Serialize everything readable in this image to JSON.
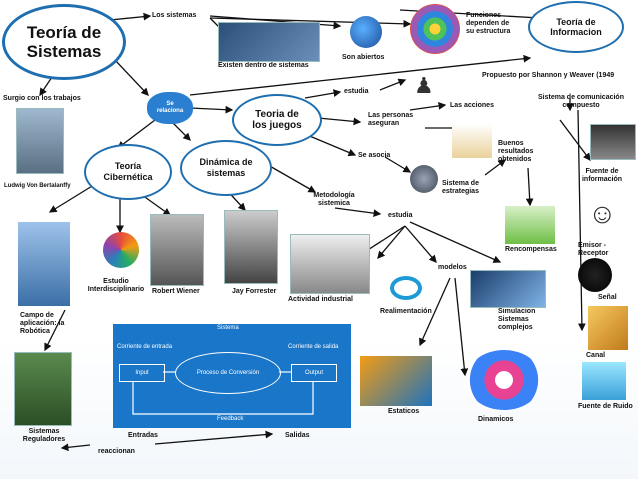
{
  "title": "Teoría de Sistemas",
  "nodes": {
    "teoria_informacion": "Teoría de Informacion",
    "se_relaciona": "Se relaciona",
    "teoria_juegos": "Teoria de los juegos",
    "teoria_cibernetica": "Teoría Cibernética",
    "dinamica_sistemas": "Dinámica de sistemas"
  },
  "labels": {
    "los_sistemas": "Los sistemas",
    "existen_dentro": "Existen dentro de sistemas",
    "son_abiertos": "Son abiertos",
    "funciones": "Funciones dependen de su estructura",
    "surgio": "Surgio con los trabajos",
    "ludwig": "Ludwig Von Bertalanffy",
    "propuesto": "Propuesto por Shannon y Weaver (1949",
    "sistema_comunicacion": "Sistema de comunicación compuesto",
    "estudia_1": "estudia",
    "las_acciones": "Las acciones",
    "las_personas": "Las personas aseguran",
    "se_asocia": "Se asocia",
    "buenos_resultados": "Buenos resultados obtenidos",
    "sistema_estrategias": "Sistema de estrategias",
    "recompensas": "Rencompensas",
    "fuente_info": "Fuente de información",
    "emisor": "Emisor - Receptor",
    "senal": "Señal",
    "canal": "Canal",
    "fuente_ruido": "Fuente de Ruido",
    "metodologia": "Metodología sistemica",
    "estudia_2": "estudia",
    "modelos": "modelos",
    "actividad": "Actividad industrial",
    "realimentacion": "Realimentación",
    "simulacion": "Simulacion Sistemas complejos",
    "estaticos": "Estaticos",
    "dinamicos": "Dinamicos",
    "estudio_inter": "Estudio Interdisciplinario",
    "robert_wiener": "Robert Wiener",
    "jay_forrester": "Jay Forrester",
    "campo": "Campo de aplicación: la Robótica",
    "sistemas_reguladores": "Sistemas Reguladores",
    "entradas": "Entradas",
    "salidas": "Salidas",
    "reaccionan": "reaccionan"
  },
  "system_diagram": {
    "title": "Sistema",
    "corriente_entrada": "Corriente de entrada",
    "corriente_salida": "Corriente de salida",
    "input": "Input",
    "proceso": "Proceso de Conversión",
    "output": "Output",
    "feedback": "Feedback"
  },
  "colors": {
    "bubble_border": "#1f6fb0",
    "diagram_blue": "#1a76c9",
    "arrow": "#111111"
  }
}
